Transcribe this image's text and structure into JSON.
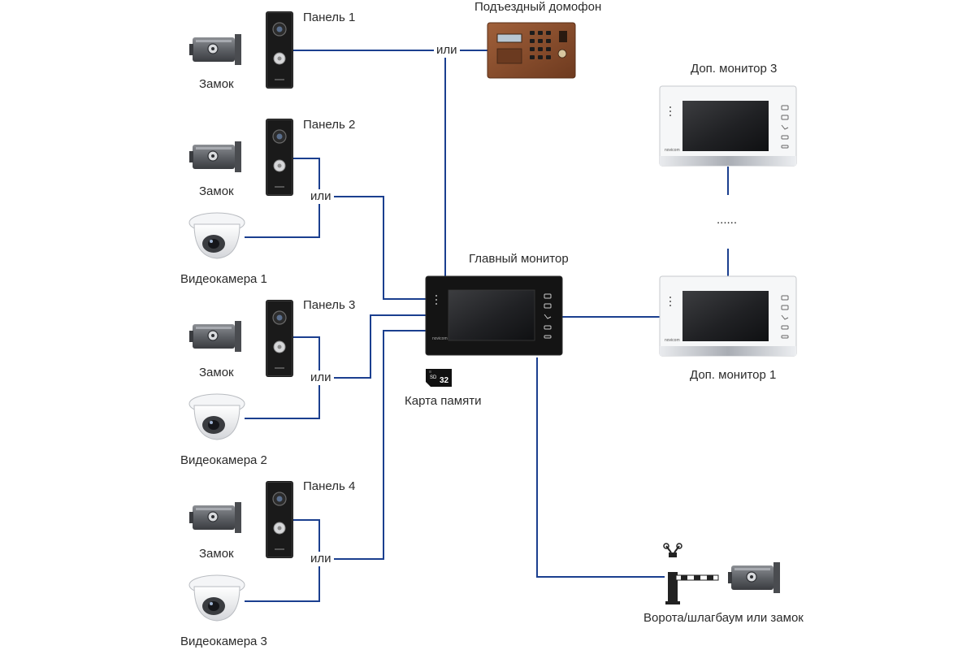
{
  "colors": {
    "wire": "#1b3f8f",
    "panel": "#1a1a1a",
    "copper": "#8a4b2a",
    "silver": "#c9ccd1"
  },
  "labels": {
    "panel1": "Панель 1",
    "panel2": "Панель 2",
    "panel3": "Панель 3",
    "panel4": "Панель 4",
    "lock": "Замок",
    "camera1": "Видеокамера 1",
    "camera2": "Видеокамера 2",
    "camera3": "Видеокамера 3",
    "or": "или",
    "entrance_intercom": "Подъездный домофон",
    "main_monitor": "Главный монитор",
    "memory_card": "Карта памяти",
    "extra_monitor_1": "Доп. монитор 1",
    "extra_monitor_3": "Доп. монитор 3",
    "ellipsis": "......",
    "gate": "Ворота/шлагбаум или замок"
  },
  "device_text": {
    "brand": "novicom",
    "sd_capacity": "32",
    "sd_logo": "SD"
  },
  "icons": [
    "lock-icon",
    "door-panel-icon",
    "dome-camera-icon",
    "intercom-keypad-icon",
    "monitor-icon",
    "sd-card-icon",
    "barrier-gate-icon"
  ]
}
